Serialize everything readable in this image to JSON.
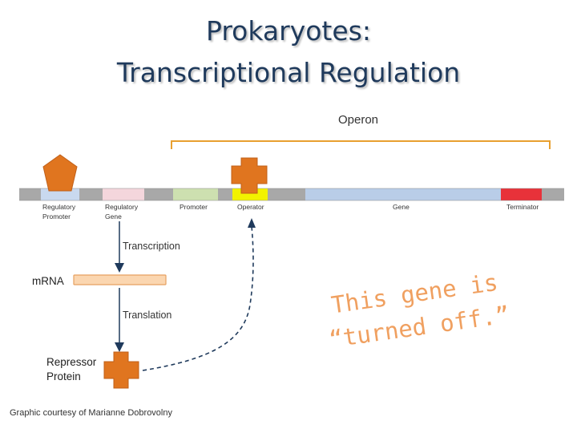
{
  "title": {
    "line1": "Prokaryotes:",
    "line2": "Transcriptional Regulation"
  },
  "diagram": {
    "operon_label": "Operon",
    "segments": {
      "regulatory_promoter": [
        "Regulatory",
        "Promoter"
      ],
      "regulatory_gene": [
        "Regulatory",
        "Gene"
      ],
      "promoter": "Promoter",
      "operator": "Operator",
      "gene": "Gene",
      "terminator": "Terminator"
    },
    "transcription_label": "Transcription",
    "mrna_label": "mRNA",
    "translation_label": "Translation",
    "repressor_label": [
      "Repressor",
      "Protein"
    ],
    "colors": {
      "repressor": "#e0751f",
      "gene": "#b9cde8",
      "promoter": "#cde0b0",
      "operator": "#f2f200",
      "terminator": "#e8323a",
      "regulatory_gene": "#f4d6dc",
      "regulatory_promoter": "#c9d9ef",
      "spacer": "#a8a8a8",
      "mrna": "#fbd6b0"
    }
  },
  "annotation": {
    "line1": "This gene is",
    "line2": "“turned off.”"
  },
  "credit": "Graphic courtesy of Marianne Dobrovolny"
}
